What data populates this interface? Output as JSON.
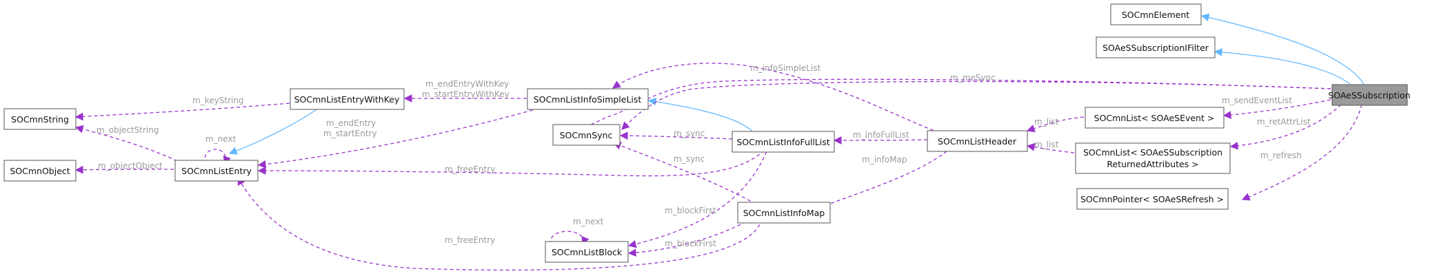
{
  "colors": {
    "inheritance": "#63b8ff",
    "usage": "#9a32cd",
    "label": "#9a9a9a",
    "focus_fill": "#9a9a9a"
  },
  "nodes": {
    "SOAeSSubscription": "SOAeSSubscription",
    "SOCmnElement": "SOCmnElement",
    "SOAeSSubscriptionIFilter": "SOAeSSubscriptionIFilter",
    "SOCmnListSOAeSEvent": "SOCmnList< SOAeSEvent >",
    "SOCmnListReturnedAttr_line1": "SOCmnList< SOAeSSubscription",
    "SOCmnListReturnedAttr_line2": "ReturnedAttributes >",
    "SOCmnPointerRefresh": "SOCmnPointer< SOAeSRefresh >",
    "SOCmnListHeader": "SOCmnListHeader",
    "SOCmnListInfoSimpleList": "SOCmnListInfoSimpleList",
    "SOCmnListInfoFullList": "SOCmnListInfoFullList",
    "SOCmnListInfoMap": "SOCmnListInfoMap",
    "SOCmnSync": "SOCmnSync",
    "SOCmnListBlock": "SOCmnListBlock",
    "SOCmnListEntryWithKey": "SOCmnListEntryWithKey",
    "SOCmnListEntry": "SOCmnListEntry",
    "SOCmnString": "SOCmnString",
    "SOCmnObject": "SOCmnObject"
  },
  "edge_labels": {
    "m_meSync": "m_meSync",
    "m_sendEventList": "m_sendEventList",
    "m_retAttrList": "m_retAttrList",
    "m_refresh": "m_refresh",
    "m_list_1": "m_list",
    "m_list_2": "m_list",
    "m_infoSimpleList": "m_infoSimpleList",
    "m_infoFullList": "m_infoFullList",
    "m_infoMap": "m_infoMap",
    "m_sync_1": "m_sync",
    "m_sync_2": "m_sync",
    "m_endEntryWithKey": "m_endEntryWithKey",
    "m_startEntryWithKey": "m_startEntryWithKey",
    "m_endEntry": "m_endEntry",
    "m_startEntry": "m_startEntry",
    "m_freeEntry_1": "m_freeEntry",
    "m_freeEntry_2": "m_freeEntry",
    "m_blockFirst_1": "m_blockFirst",
    "m_blockFirst_2": "m_blockFirst",
    "m_next_entry": "m_next",
    "m_next_block": "m_next",
    "m_keyString": "m_keyString",
    "m_objectString": "m_objectString",
    "m_objectObject": "m_objectObject"
  }
}
